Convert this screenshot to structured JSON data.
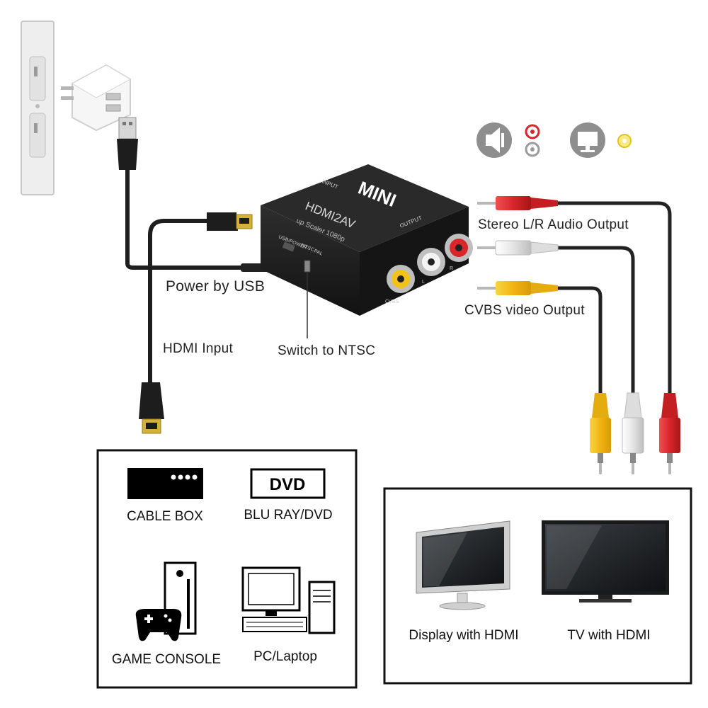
{
  "device": {
    "brand": "MINI",
    "model": "HDMI2AV",
    "subtitle": "up Scaler 1080p",
    "input_label": "INPUT",
    "output_label": "OUTPUT",
    "usb_label": "USB/POWER",
    "ntsc_label": "NTSC",
    "pal_label": "PAL",
    "cvbs_label": "CVBS",
    "l_label": "L",
    "r_label": "R"
  },
  "callouts": {
    "stereo_output": "Stereo L/R Audio Output",
    "cvbs_output": "CVBS video Output",
    "power_usb": "Power by USB",
    "switch_ntsc": "Switch to NTSC",
    "hdmi_input": "HDMI Input"
  },
  "sources": {
    "cable_box": "CABLE BOX",
    "dvd_logo": "DVD",
    "blu_ray": "BLU RAY/DVD",
    "game_console": "GAME CONSOLE",
    "pc_laptop": "PC/Laptop"
  },
  "displays": {
    "display_hdmi": "Display with HDMI",
    "tv_hdmi": "TV with HDMI"
  },
  "colors": {
    "rca_red": "#d8262b",
    "rca_white": "#e8e8e8",
    "rca_yellow": "#f2c316",
    "icon_gray": "#8e8e8e",
    "device_black": "#1c1c1c"
  }
}
